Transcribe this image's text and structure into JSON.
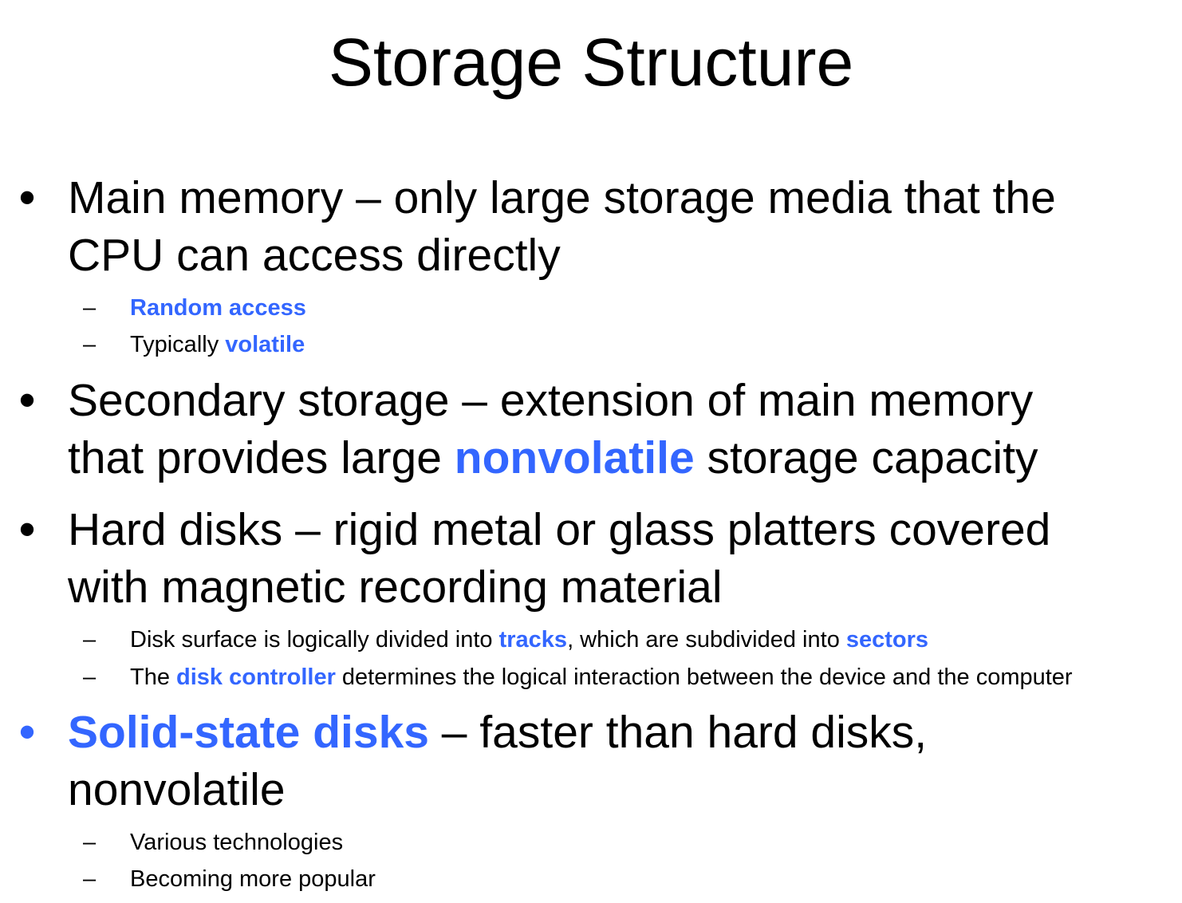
{
  "title": "Storage Structure",
  "accent_color": "#3366FF",
  "bullet_marker": "•",
  "sub_marker": "–",
  "bullets": [
    {
      "line1_a": "Main memory – only large storage media that the",
      "line2_a": "CPU can access directly",
      "subs": [
        {
          "hl": "Random access"
        },
        {
          "pre": "Typically ",
          "hl": "volatile"
        }
      ]
    },
    {
      "line1_a": "Secondary storage – extension of main memory",
      "line2_a": "that provides large ",
      "line2_hl": "nonvolatile",
      "line2_b": " storage capacity"
    },
    {
      "line1_a": "Hard disks – rigid metal or glass platters covered",
      "line2_a": "with magnetic recording material",
      "subs": [
        {
          "pre": "Disk surface is logically divided into ",
          "hl": "tracks",
          "mid": ", which are subdivided into ",
          "hl2": "sectors"
        },
        {
          "pre": "The ",
          "hl": "disk controller",
          "post": " determines the logical interaction between the device and the computer"
        }
      ]
    },
    {
      "line1_hl": "Solid-state disks",
      "line1_b": " – faster than hard disks,",
      "line2_a": "nonvolatile",
      "subs": [
        {
          "pre": "Various technologies"
        },
        {
          "pre": "Becoming more popular"
        }
      ]
    }
  ]
}
